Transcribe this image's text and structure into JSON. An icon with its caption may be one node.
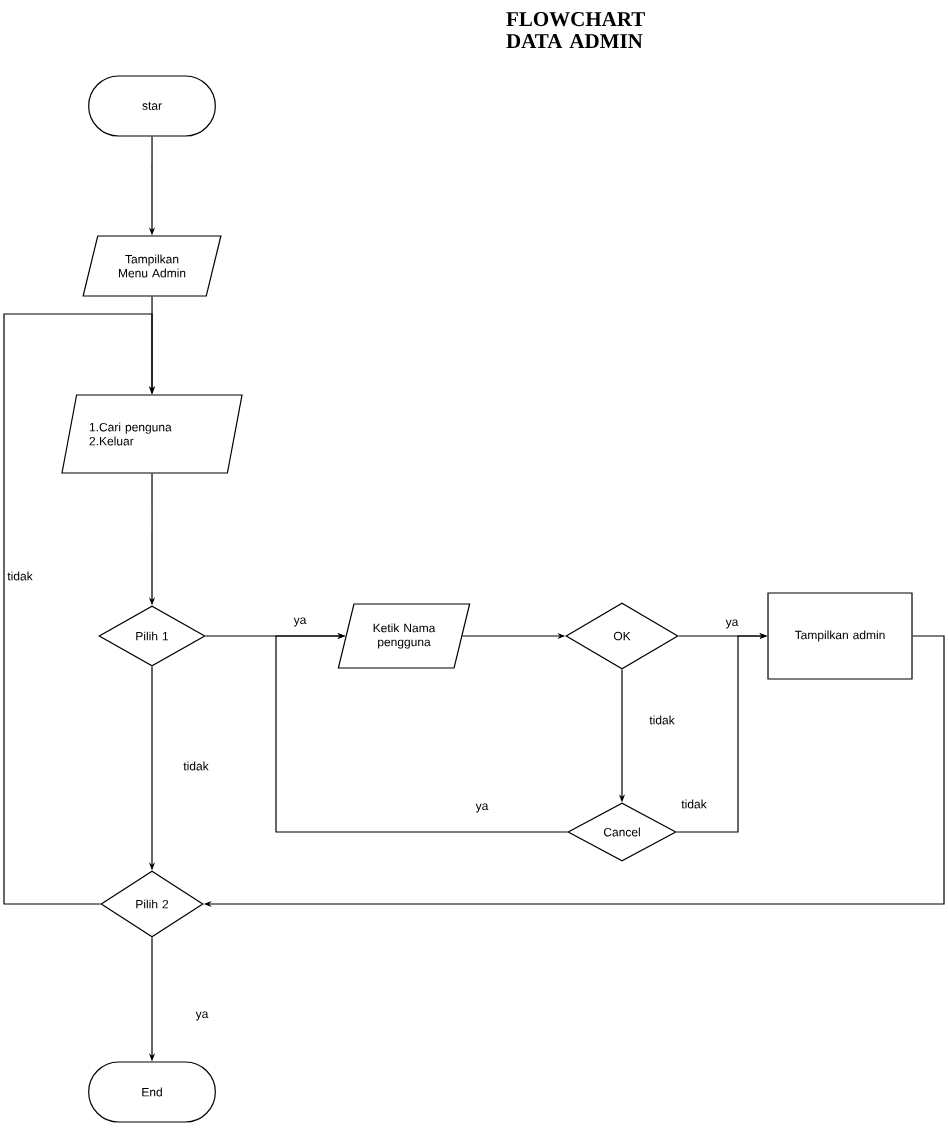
{
  "diagram": {
    "title": "FLOWCHART DATA ADMIN",
    "nodes": [
      {
        "text": [
          "star"
        ]
      },
      {
        "text": [
          "Tampilkan Menu Admin"
        ]
      },
      {
        "text": [
          "1.Cari penguna 2.Keluar"
        ]
      },
      {
        "text": [
          "Pilih 1"
        ]
      },
      {
        "text": [
          "Ketik Nama pengguna"
        ]
      },
      {
        "text": [
          "OK"
        ]
      },
      {
        "text": [
          "Tampilkan admin"
        ]
      },
      {
        "text": [
          "Cancel"
        ]
      },
      {
        "text": [
          "Pilih 2"
        ]
      },
      {
        "text": [
          "End"
        ]
      }
    ],
    "edges": [
      {
        "from": 0,
        "to": 1,
        "arrow": "to"
      },
      {
        "from": 1,
        "to": 2,
        "arrow": "to"
      },
      {
        "from": 2,
        "to": 3,
        "arrow": "to"
      },
      {
        "from": 3,
        "to": 4,
        "arrow": "to",
        "label": "ya"
      },
      {
        "from": 4,
        "to": 5,
        "arrow": "to"
      },
      {
        "from": 5,
        "to": 6,
        "arrow": "to",
        "label": "ya"
      },
      {
        "from": 5,
        "to": 7,
        "arrow": "to",
        "label": "tidak"
      },
      {
        "from": 7,
        "to": 6,
        "arrow": "to",
        "label": "tidak"
      },
      {
        "from": 7,
        "to": 4,
        "arrow": "to",
        "label": "ya"
      },
      {
        "from": 3,
        "to": 8,
        "arrow": "to",
        "label": "tidak"
      },
      {
        "from": 6,
        "to": 8,
        "arrow": "to"
      },
      {
        "from": 8,
        "to": 2,
        "arrow": "to",
        "label": "tidak"
      },
      {
        "from": 8,
        "to": 9,
        "arrow": "to",
        "label": "ya"
      }
    ]
  }
}
